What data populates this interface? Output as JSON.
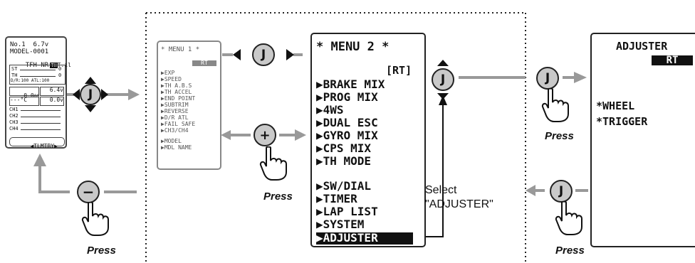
{
  "home_screen": {
    "line1": "No.1  6.7v",
    "line2": "MODEL-0001",
    "line3": "TFH-NR",
    "trim_st": "ST",
    "trim_th": "TH",
    "trim_st_val": "0",
    "trim_th_val": "0",
    "dr_atl": "D/R:100 ATL:100",
    "timer": "0.0",
    "timer_unit": "00",
    "voltage": "6.4v",
    "temp": "---°C",
    "speed": "0.0v",
    "channels": [
      "CH1",
      "CH2",
      "CH3",
      "CH4"
    ],
    "telemetry_label": "TLMTRY"
  },
  "menu1": {
    "title": "* MENU 1 *",
    "badge": "RT",
    "items": [
      "▶EXP",
      "▶SPEED",
      "▶TH A.B.S",
      "▶TH ACCEL",
      "▶END POINT",
      "▶SUBTRIM",
      "▶REVERSE",
      "▶D/R ATL",
      "▶FAIL SAFE",
      "▶CH3/CH4"
    ],
    "items2": [
      "▶MODEL",
      "▶MDL NAME"
    ]
  },
  "menu2": {
    "title": "* MENU 2 *",
    "badge": "[RT]",
    "items": [
      "▶BRAKE MIX",
      "▶PROG MIX",
      "▶4WS",
      "▶DUAL ESC",
      "▶GYRO MIX",
      "▶CPS MIX",
      "▶TH MODE"
    ],
    "items2": [
      "▶SW/DIAL",
      "▶TIMER",
      "▶LAP LIST",
      "▶SYSTEM"
    ],
    "selected": "▶ADJUSTER"
  },
  "adjuster_screen": {
    "title": "ADJUSTER",
    "badge": "RT",
    "item1": "*WHEEL",
    "item2": "*TRIGGER"
  },
  "select_note": {
    "line1": "Select",
    "line2": "\"ADJUSTER\""
  },
  "keys": {
    "j": "J",
    "plus": "+",
    "minus": "−"
  },
  "press_label": "Press"
}
